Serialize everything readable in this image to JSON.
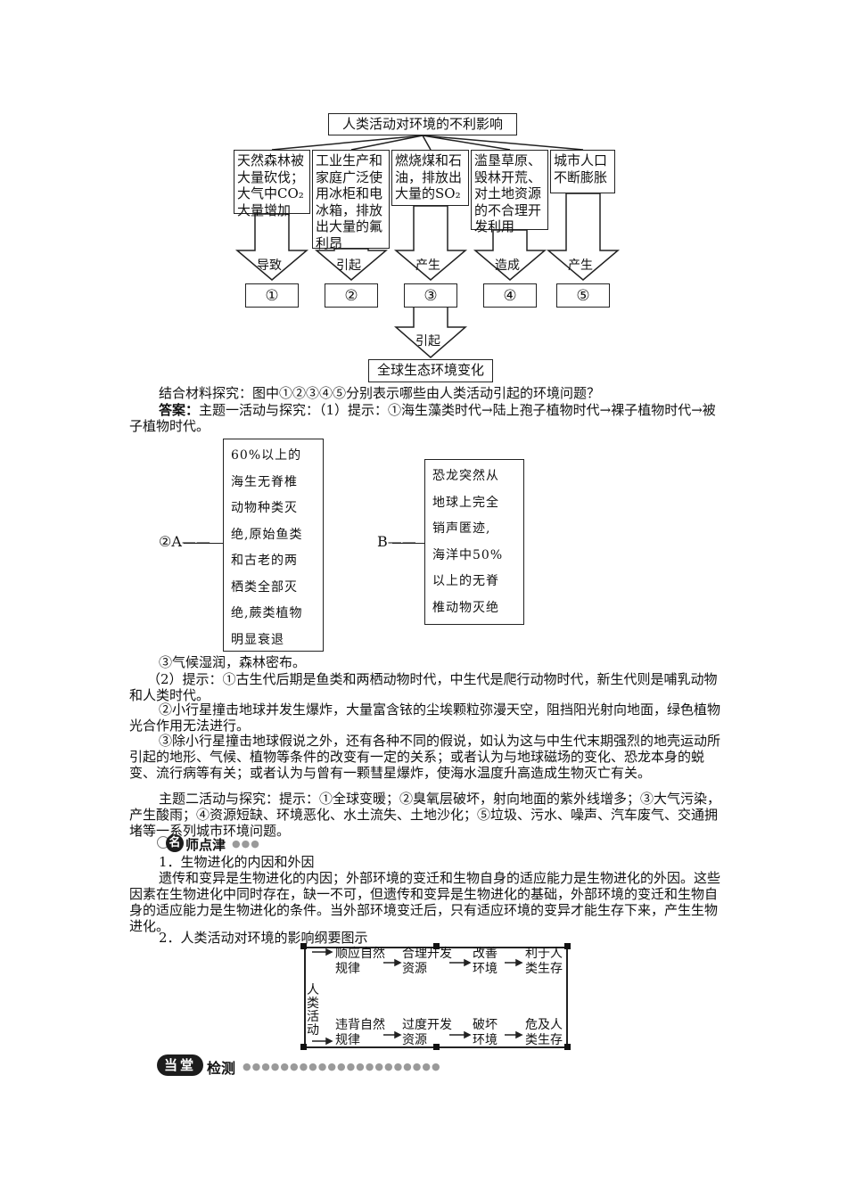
{
  "diagram": {
    "title": "人类活动对环境的不利影响",
    "causes": [
      "天然森林被大量砍伐；大气中CO₂大量增加",
      "工业生产和家庭广泛使用冰柜和电冰箱，排放出大量的氟利昂",
      "燃烧煤和石油，排放出大量的SO₂",
      "滥垦草原、毁林开荒、对土地资源的不合理开发利用",
      "城市人口不断膨胀"
    ],
    "verbs": [
      "导致",
      "引起",
      "产生",
      "造成",
      "产生"
    ],
    "results": [
      "①",
      "②",
      "③",
      "④",
      "⑤"
    ],
    "bottom_verb": "引起",
    "bottom": "全球生态环境变化"
  },
  "question": "结合材料探究：图中①②③④⑤分别表示哪些由人类活动引起的环境问题？",
  "answer": {
    "label": "答案：",
    "text": "主题一活动与探究：（1）提示：①海生藻类时代→陆上孢子植物时代→裸子植物时代→被子植物时代。",
    "a_label": "②A——",
    "a_lines": [
      "60%以上的",
      "海生无脊椎",
      "动物种类灭",
      "绝,原始鱼类",
      "和古老的两",
      "栖类全部灭",
      "绝,蕨类植物",
      "明显衰退"
    ],
    "b_label": "B——",
    "b_lines": [
      "恐龙突然从",
      "地球上完全",
      "销声匿迹,",
      "海洋中50%",
      "以上的无脊",
      "椎动物灭绝"
    ],
    "p3": "③气候湿润，森林密布。",
    "p4": "（2）提示：①古生代后期是鱼类和两栖动物时代，中生代是爬行动物时代，新生代则是哺乳动物和人类时代。",
    "p5": "②小行星撞击地球并发生爆炸，大量富含铱的尘埃颗粒弥漫天空，阻挡阳光射向地面，绿色植物光合作用无法进行。",
    "p6": "③除小行星撞击地球假说之外，还有各种不同的假说，如认为这与中生代末期强烈的地壳运动所引起的地形、气候、植物等条件的改变有一定的关系；或者认为与地球磁场的变化、恐龙本身的蜕变、流行病等有关；或者认为与曾有一颗彗星爆炸，使海水温度升高造成生物灭亡有关。",
    "p7": "主题二活动与探究：提示：①全球变暖；②臭氧层破坏，射向地面的紫外线增多；③大气污染，产生酸雨；④资源短缺、环境恶化、水土流失、土地沙化；⑤垃圾、污水、噪声、汽车废气、交通拥堵等一系列城市环境问题。"
  },
  "banner1": {
    "char1": "名",
    "rest": "师点津"
  },
  "tips": {
    "h1": "1．生物进化的内因和外因",
    "p1": "遗传和变异是生物进化的内因；外部环境的变迁和生物自身的适应能力是生物进化的外因。这些因素在生物进化中同时存在，缺一不可，但遗传和变异是生物进化的基础，外部环境的变迁和生物自身的适应能力是生物进化的条件。当外部环境变迁后，只有适应环境的变异才能生存下来，产生生物进化。",
    "h2": "2．人类活动对环境的影响纲要图示"
  },
  "flow": {
    "left": "人类活动",
    "top": [
      "顺应自然规律",
      "合理开发资源",
      "改善环境",
      "利于人类生存"
    ],
    "bottom": [
      "违背自然规律",
      "过度开发资源",
      "破坏环境",
      "危及人类生存"
    ]
  },
  "banner2": {
    "char1": "当",
    "char2": "堂",
    "rest": "检测"
  }
}
